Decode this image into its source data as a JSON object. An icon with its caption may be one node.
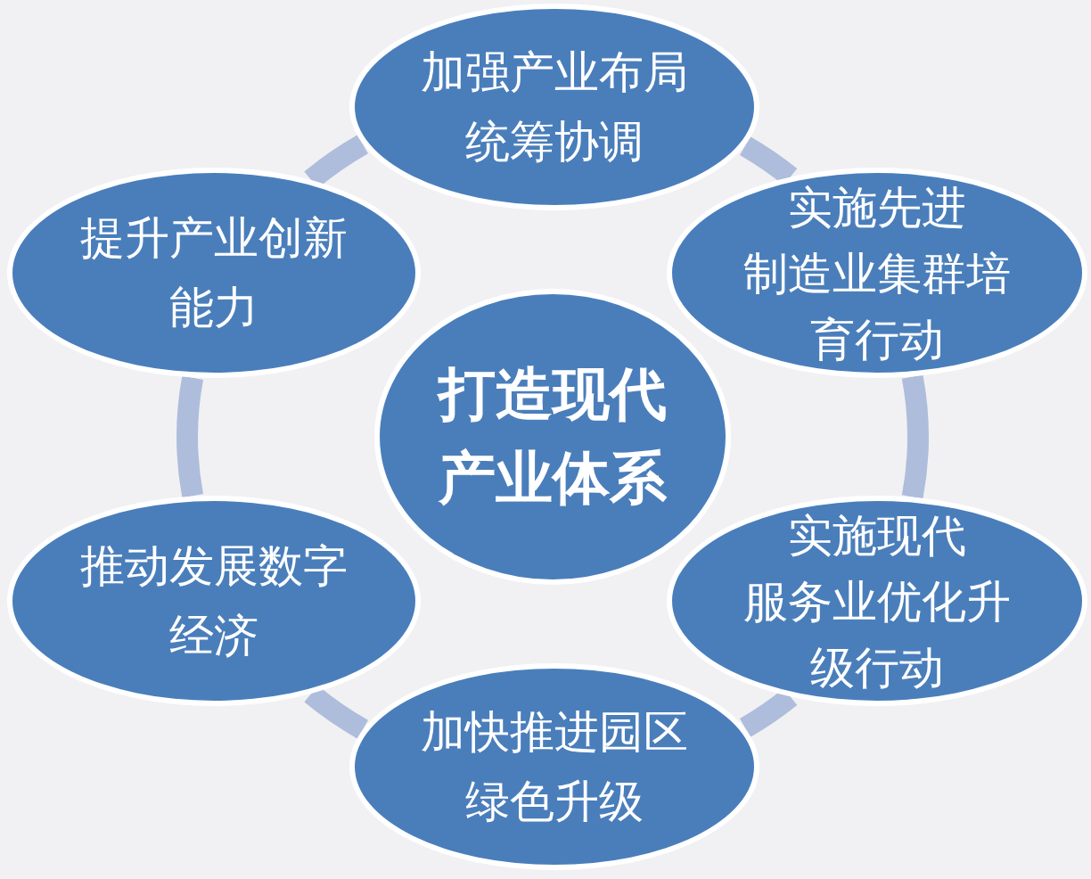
{
  "diagram": {
    "nodes": [
      {
        "text": [
          "加强产业布局统筹协调"
        ]
      },
      {
        "text": [
          "提升产业创新能力"
        ]
      },
      {
        "text": [
          "实施先进制造业集群培育行动"
        ]
      },
      {
        "text": [
          "打造现代产业体系"
        ]
      },
      {
        "text": [
          "推动发展数字经济"
        ]
      },
      {
        "text": [
          "实施现代服务业优化升级行动"
        ]
      },
      {
        "text": [
          "加快推进园区绿色升级"
        ]
      }
    ],
    "edges": [
      {
        "from": 0,
        "to": 2,
        "arrow": "none"
      },
      {
        "from": 2,
        "to": 5,
        "arrow": "none"
      },
      {
        "from": 5,
        "to": 6,
        "arrow": "none"
      },
      {
        "from": 6,
        "to": 4,
        "arrow": "none"
      },
      {
        "from": 4,
        "to": 1,
        "arrow": "none"
      },
      {
        "from": 1,
        "to": 0,
        "arrow": "none"
      }
    ]
  }
}
